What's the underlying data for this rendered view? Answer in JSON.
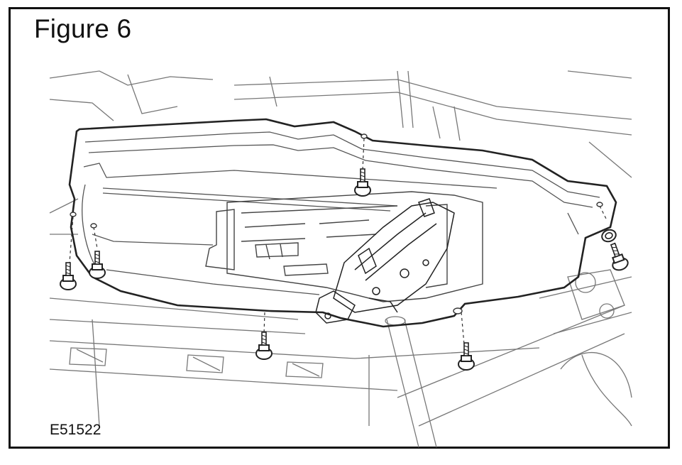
{
  "figure": {
    "title": "Figure 6",
    "code": "E51522"
  },
  "colors": {
    "line": "#222222",
    "light_line": "#666666",
    "border": "#111111",
    "background": "#ffffff"
  },
  "bolts": [
    {
      "name": "bolt-top-center"
    },
    {
      "name": "bolt-left-outer"
    },
    {
      "name": "bolt-left-inner"
    },
    {
      "name": "bolt-bottom-center"
    },
    {
      "name": "bolt-bottom-right"
    },
    {
      "name": "bolt-right-upper"
    },
    {
      "name": "bolt-right-lower"
    }
  ]
}
